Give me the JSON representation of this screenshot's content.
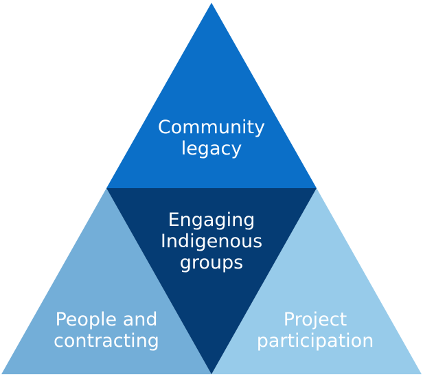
{
  "diagram": {
    "colors": {
      "top": "#0b6fc8",
      "center": "#053c74",
      "left": "#73aed8",
      "right": "#97cbea"
    },
    "segments": {
      "top": {
        "line1": "Community",
        "line2": "legacy"
      },
      "center": {
        "line1": "Engaging",
        "line2": "Indigenous",
        "line3": "groups"
      },
      "left": {
        "line1": "People and",
        "line2": "contracting"
      },
      "right": {
        "line1": "Project",
        "line2": "participation"
      }
    }
  }
}
